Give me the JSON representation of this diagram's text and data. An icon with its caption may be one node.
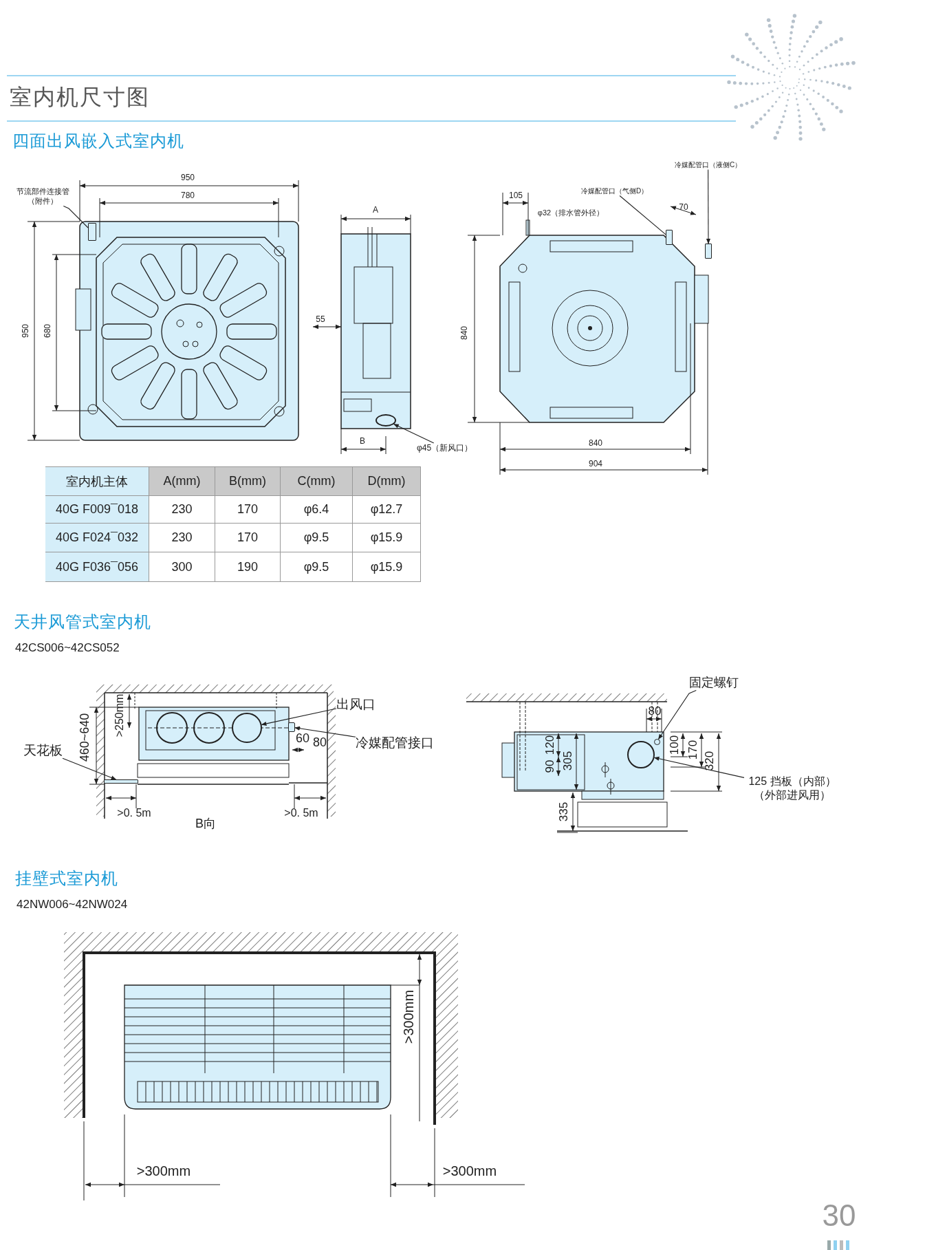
{
  "diagram": {
    "title": "室内机尺寸图",
    "nodes": [
      {
        "text": [
          "节流部件连接管（附件）"
        ]
      },
      {
        "text": [
          "φ45（新风口）"
        ]
      },
      {
        "text": [
          "冷媒配管口（气侧D）"
        ]
      },
      {
        "text": [
          "冷媒配管口（液侧C）"
        ]
      },
      {
        "text": [
          "出风口"
        ]
      },
      {
        "text": [
          "冷媒配管接口"
        ]
      },
      {
        "text": [
          "天花板"
        ]
      },
      {
        "text": [
          "固定螺钉"
        ]
      },
      {
        "text": [
          "125 挡板（内部）",
          "（外部进风用）"
        ]
      },
      {
        "text": [],
        "shape": "bar"
      },
      {
        "text": [],
        "shape": "circle"
      },
      {
        "text": [],
        "shape": "bar"
      },
      {
        "text": [],
        "shape": "bar"
      },
      {
        "text": [],
        "shape": "circle"
      },
      {
        "text": [],
        "shape": "box"
      },
      {
        "text": [],
        "shape": "bar"
      },
      {
        "text": [],
        "shape": "circle"
      },
      {
        "text": [],
        "shape": "circle"
      }
    ],
    "edges": [
      {
        "from": 0,
        "to": 9,
        "arrow": "none"
      },
      {
        "from": 1,
        "to": 10,
        "arrow": "to"
      },
      {
        "from": 2,
        "to": 11,
        "arrow": "none"
      },
      {
        "from": 3,
        "to": 12,
        "arrow": "to"
      },
      {
        "from": 4,
        "to": 13,
        "arrow": "to"
      },
      {
        "from": 5,
        "to": 14,
        "arrow": "to"
      },
      {
        "from": 6,
        "to": 15,
        "arrow": "to"
      },
      {
        "from": 7,
        "to": 16,
        "arrow": "to"
      },
      {
        "from": 8,
        "to": 17,
        "arrow": "to"
      }
    ],
    "labels": [
      "四面出风嵌入式室内机",
      "950",
      "780",
      "950",
      "680",
      "A",
      "55",
      "B",
      "105",
      "φ32（排水管外径）",
      "70",
      "840",
      "840",
      "904",
      "室内机主体",
      "A(mm)",
      "B(mm)",
      "C(mm)",
      "D(mm)",
      "40G F009¯018",
      "230",
      "170",
      "φ6.4",
      "φ12.7",
      "40G F024¯032",
      "230",
      "170",
      "φ9.5",
      "φ15.9",
      "40G F036¯056",
      "300",
      "190",
      "φ9.5",
      "φ15.9",
      "天井风管式室内机",
      "42CS006~42CS052",
      "460~640",
      ">250mm",
      "60",
      "80",
      ">0. 5m",
      ">0. 5m",
      "B向",
      "80",
      "90",
      "120",
      "305",
      "100",
      "170",
      "320",
      "335",
      "挂壁式室内机",
      "42NW006~42NW024",
      ">300mm",
      ">300mm",
      ">300mm",
      "30"
    ]
  }
}
